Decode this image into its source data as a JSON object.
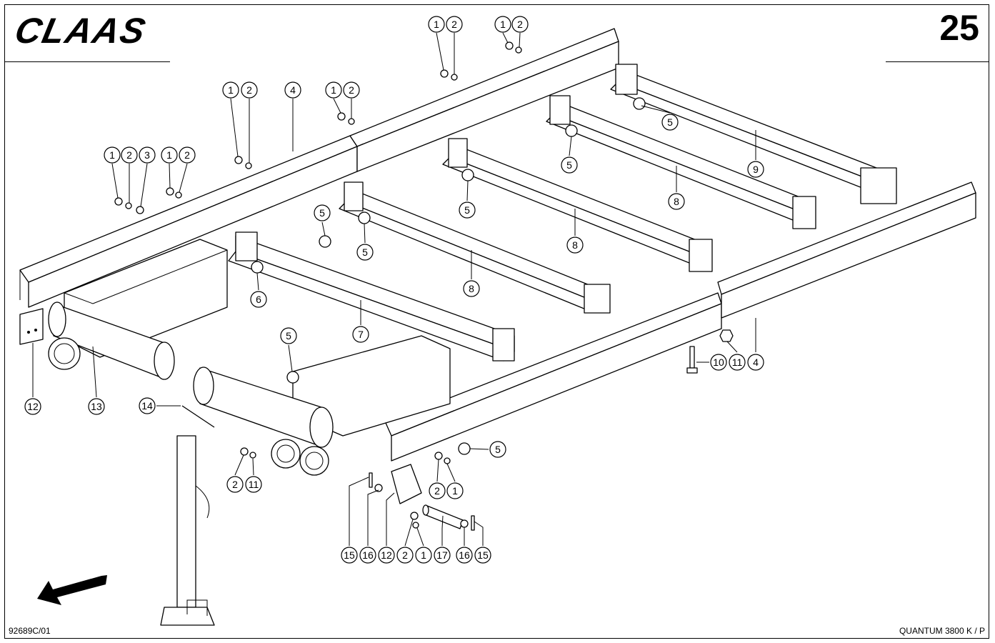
{
  "header": {
    "brand": "CLAAS",
    "page_number": "25"
  },
  "footer": {
    "drawing_code": "92689C/01",
    "model": "QUANTUM 3800 K / P"
  },
  "callouts": [
    "1",
    "2",
    "3",
    "4",
    "5",
    "6",
    "7",
    "8",
    "9",
    "10",
    "11",
    "12",
    "13",
    "14",
    "15",
    "16",
    "17"
  ],
  "icons": {
    "direction_arrow": "arrow-down-left-icon"
  }
}
